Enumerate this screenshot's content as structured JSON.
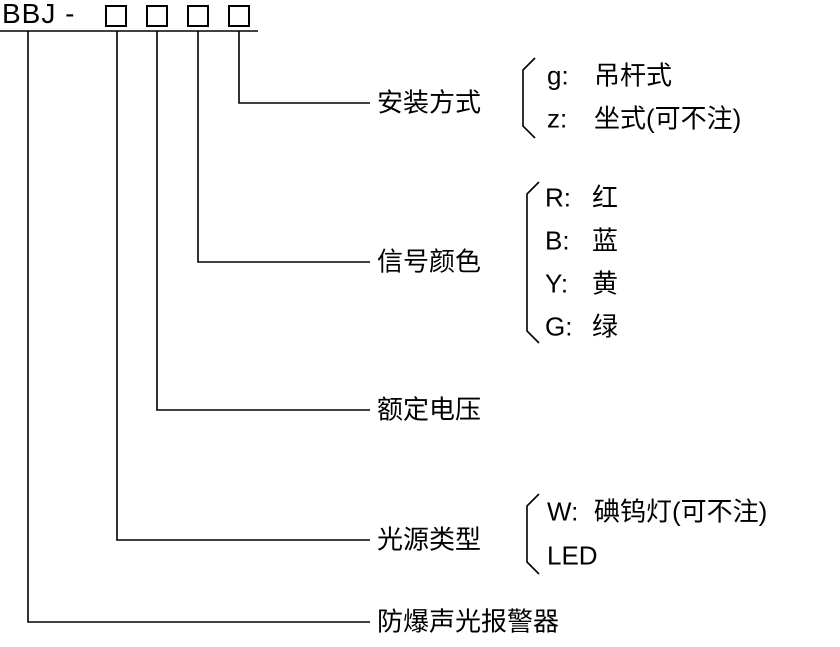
{
  "model_code": {
    "prefix": "BBJ -",
    "box_count": 4
  },
  "legend": {
    "mount": {
      "label": "安装方式",
      "options": [
        {
          "key": "g:",
          "value": "吊杆式"
        },
        {
          "key": "z:",
          "value": "坐式(可不注)"
        }
      ]
    },
    "signal_color": {
      "label": "信号颜色",
      "options": [
        {
          "key": "R:",
          "value": "红"
        },
        {
          "key": "B:",
          "value": "蓝"
        },
        {
          "key": "Y:",
          "value": "黄"
        },
        {
          "key": "G:",
          "value": "绿"
        }
      ]
    },
    "rated_voltage": {
      "label": "额定电压",
      "options": []
    },
    "light_source": {
      "label": "光源类型",
      "options": [
        {
          "key": "W:",
          "value": "碘钨灯(可不注)"
        },
        {
          "key": "LED",
          "value": ""
        }
      ]
    },
    "product": {
      "label": "防爆声光报警器"
    }
  },
  "colors": {
    "ink": "#000000",
    "background": "#ffffff"
  }
}
